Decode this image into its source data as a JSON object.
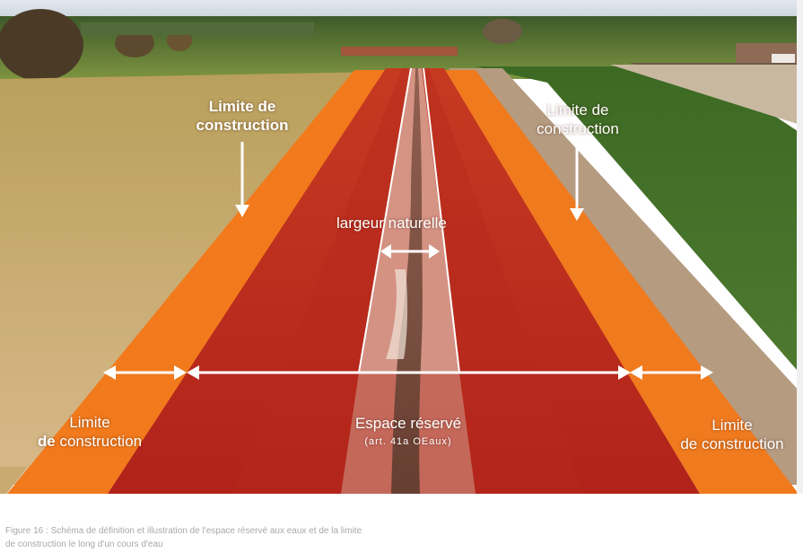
{
  "image": {
    "description_colors": {
      "sky": "#dbe4ec",
      "far_field": "#6f8a3c",
      "left_field": "#c9a86a",
      "right_field": "#3f6d2a",
      "ploughed_strip": "#b69a7c",
      "building_zone_band": "#f07a1e",
      "reserved_space": "#b8271a",
      "natural_width": "#caa191",
      "arrow_color": "#ffffff"
    }
  },
  "labels": {
    "top_left_line1": "Limite de",
    "top_left_line2": "construction",
    "top_right_line1": "Limite de",
    "top_right_line2": "construction",
    "natural_width": "largeur naturelle",
    "bottom_left_line1": "Limite",
    "bottom_left_line2_bold": "de",
    "bottom_left_line2_rest": "construction",
    "bottom_right_line1": "Limite",
    "bottom_right_line2": "de construction",
    "reserved_space": "Espace réservé",
    "reserved_space_ref": "(art. 41a OEaux)"
  },
  "caption": {
    "line1": "Figure 16 : Schéma de définition et illustration de l'espace réservé aux eaux et de la limite",
    "line2": "de construction le long d'un cours d'eau"
  }
}
